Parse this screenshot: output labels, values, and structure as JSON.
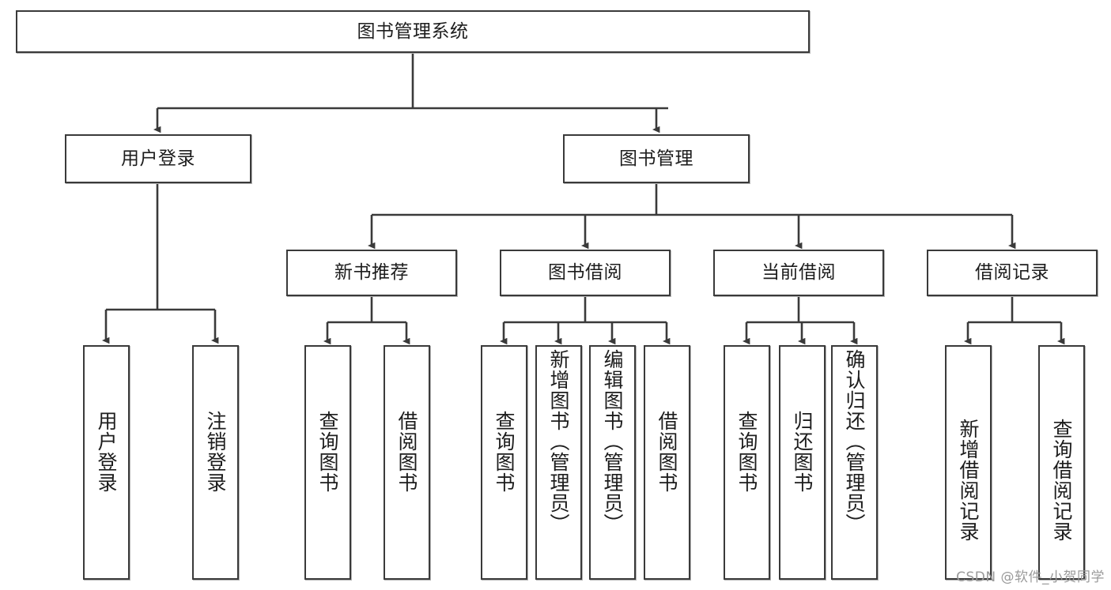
{
  "diagram": {
    "title": "图书管理系统",
    "type": "tree-hierarchy",
    "root": {
      "label": "图书管理系统"
    },
    "level2": [
      {
        "label": "用户登录"
      },
      {
        "label": "图书管理"
      }
    ],
    "level3": [
      {
        "label": "新书推荐"
      },
      {
        "label": "图书借阅"
      },
      {
        "label": "当前借阅"
      },
      {
        "label": "借阅记录"
      }
    ],
    "leaves": {
      "user_login": [
        {
          "label": "用户登录"
        },
        {
          "label": "注销登录"
        }
      ],
      "new_book_recommend": [
        {
          "label": "查询图书"
        },
        {
          "label": "借阅图书"
        }
      ],
      "book_borrow": [
        {
          "label": "查询图书"
        },
        {
          "label": "新增图书（管理员）"
        },
        {
          "label": "编辑图书（管理员）"
        },
        {
          "label": "借阅图书"
        }
      ],
      "current_borrow": [
        {
          "label": "查询图书"
        },
        {
          "label": "归还图书"
        },
        {
          "label": "确认归还（管理员）"
        }
      ],
      "borrow_record": [
        {
          "label": "新增借阅记录"
        },
        {
          "label": "查询借阅记录"
        }
      ]
    }
  },
  "watermark": {
    "text": "CSDN @软件_小贺同学"
  },
  "colors": {
    "box_border": "#3a3a3a",
    "box_fill": "#ffffff",
    "connector": "#3a3a3a",
    "text": "#1d1d1d",
    "watermark": "#9a9a9a"
  }
}
